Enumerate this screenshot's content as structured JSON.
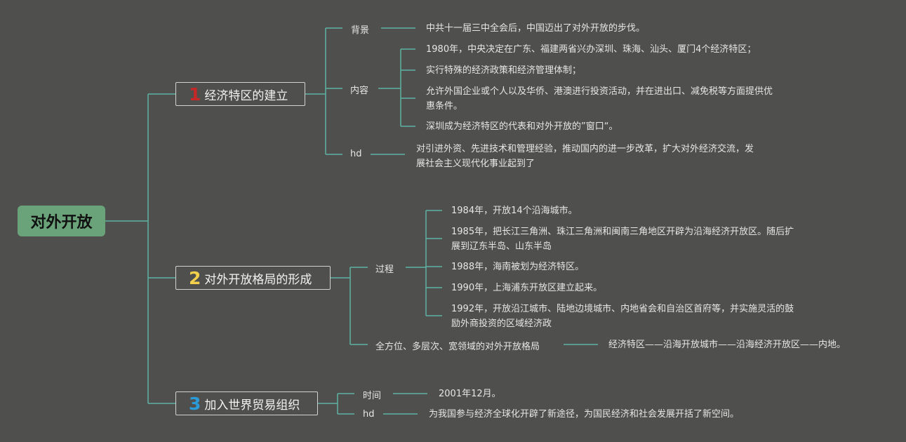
{
  "root": {
    "label": "对外开放"
  },
  "branches": [
    {
      "number": "1",
      "number_color": "#c62828",
      "title": "经济特区的建立",
      "background": {
        "label": "背景",
        "text": "中共十一届三中全会后，中国迈出了对外开放的步伐。"
      },
      "content": {
        "label": "内容",
        "items": [
          "1980年，中央决定在广东、福建两省兴办深圳、珠海、汕头、厦门4个经济特区；",
          "实行特殊的经济政策和经济管理体制；",
          "允许外国企业或个人以及华侨、港澳进行投资活动，并在进出口、减免税等方面提供优惠条件。",
          "深圳成为经济特区的代表和对外开放的”窗口“。"
        ]
      },
      "hd": {
        "label": "hd",
        "text": "对引进外资、先进技术和管理经验，推动国内的进一步改革，扩大对外经济交流，发展社会主义现代化事业起到了"
      }
    },
    {
      "number": "2",
      "number_color": "#f2d04b",
      "title": "对外开放格局的形成",
      "process": {
        "label": "过程",
        "items": [
          "1984年，开放14个沿海城市。",
          "1985年，把长江三角洲、珠江三角洲和闽南三角地区开辟为沿海经济开放区。随后扩展到辽东半岛、山东半岛",
          "1988年，海南被划为经济特区。",
          "1990年，上海浦东开放区建立起来。",
          "1992年，开放沿江城市、陆地边境城市、内地省会和自治区首府等，并实施灵活的鼓励外商投资的区域经济政"
        ]
      },
      "pattern": {
        "label": "全方位、多层次、宽领域的对外开放格局",
        "text": "经济特区——沿海开放城市——沿海经济开放区——内地。"
      }
    },
    {
      "number": "3",
      "number_color": "#2a9ad8",
      "title": "加入世界贸易组织",
      "time": {
        "label": "时间",
        "text": "2001年12月。"
      },
      "hd": {
        "label": "hd",
        "text": "为我国参与经济全球化开辟了新途径，为国民经济和社会发展开括了新空间。"
      }
    }
  ],
  "colors": {
    "background": "#4f504d",
    "connector": "#5fb3a3",
    "root_fill": "#6aa27a",
    "branch_border": "#d2d2d2"
  }
}
